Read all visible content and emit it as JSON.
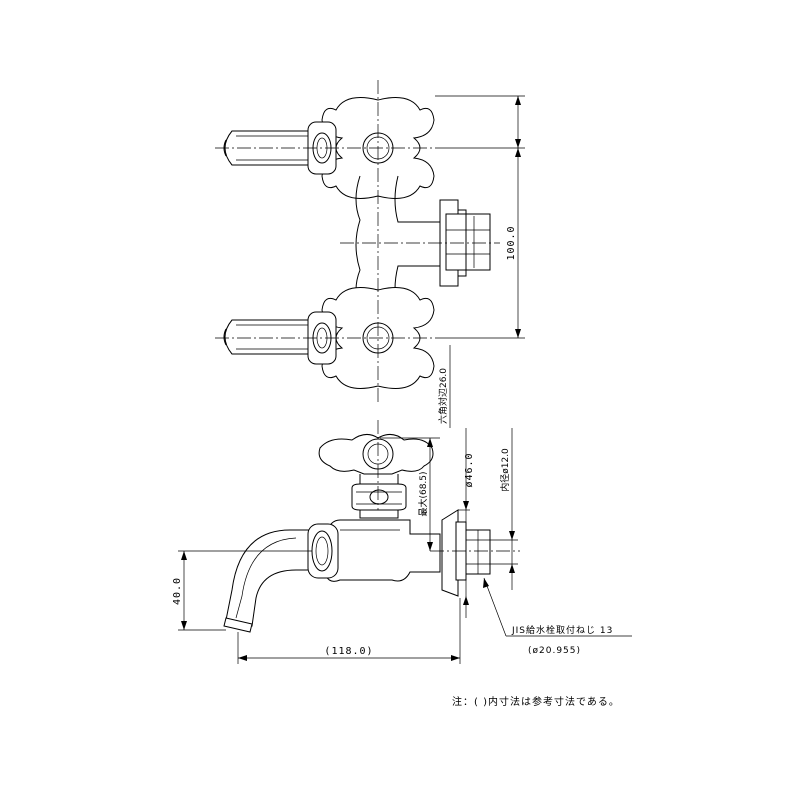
{
  "dimensions": {
    "height_top": "100.0",
    "hex_across": "六角対辺26.0",
    "max_height": "最大(68.5)",
    "diameter_46": "ø46.0",
    "inner_diameter": "内径ø12.0",
    "spout_drop": "40.0",
    "overall_length": "(118.0)"
  },
  "thread_callout": {
    "line1": "JIS給水栓取付ねじ 13",
    "line2": "(ø20.955)"
  },
  "note": "注：( )内寸法は参考寸法である。"
}
